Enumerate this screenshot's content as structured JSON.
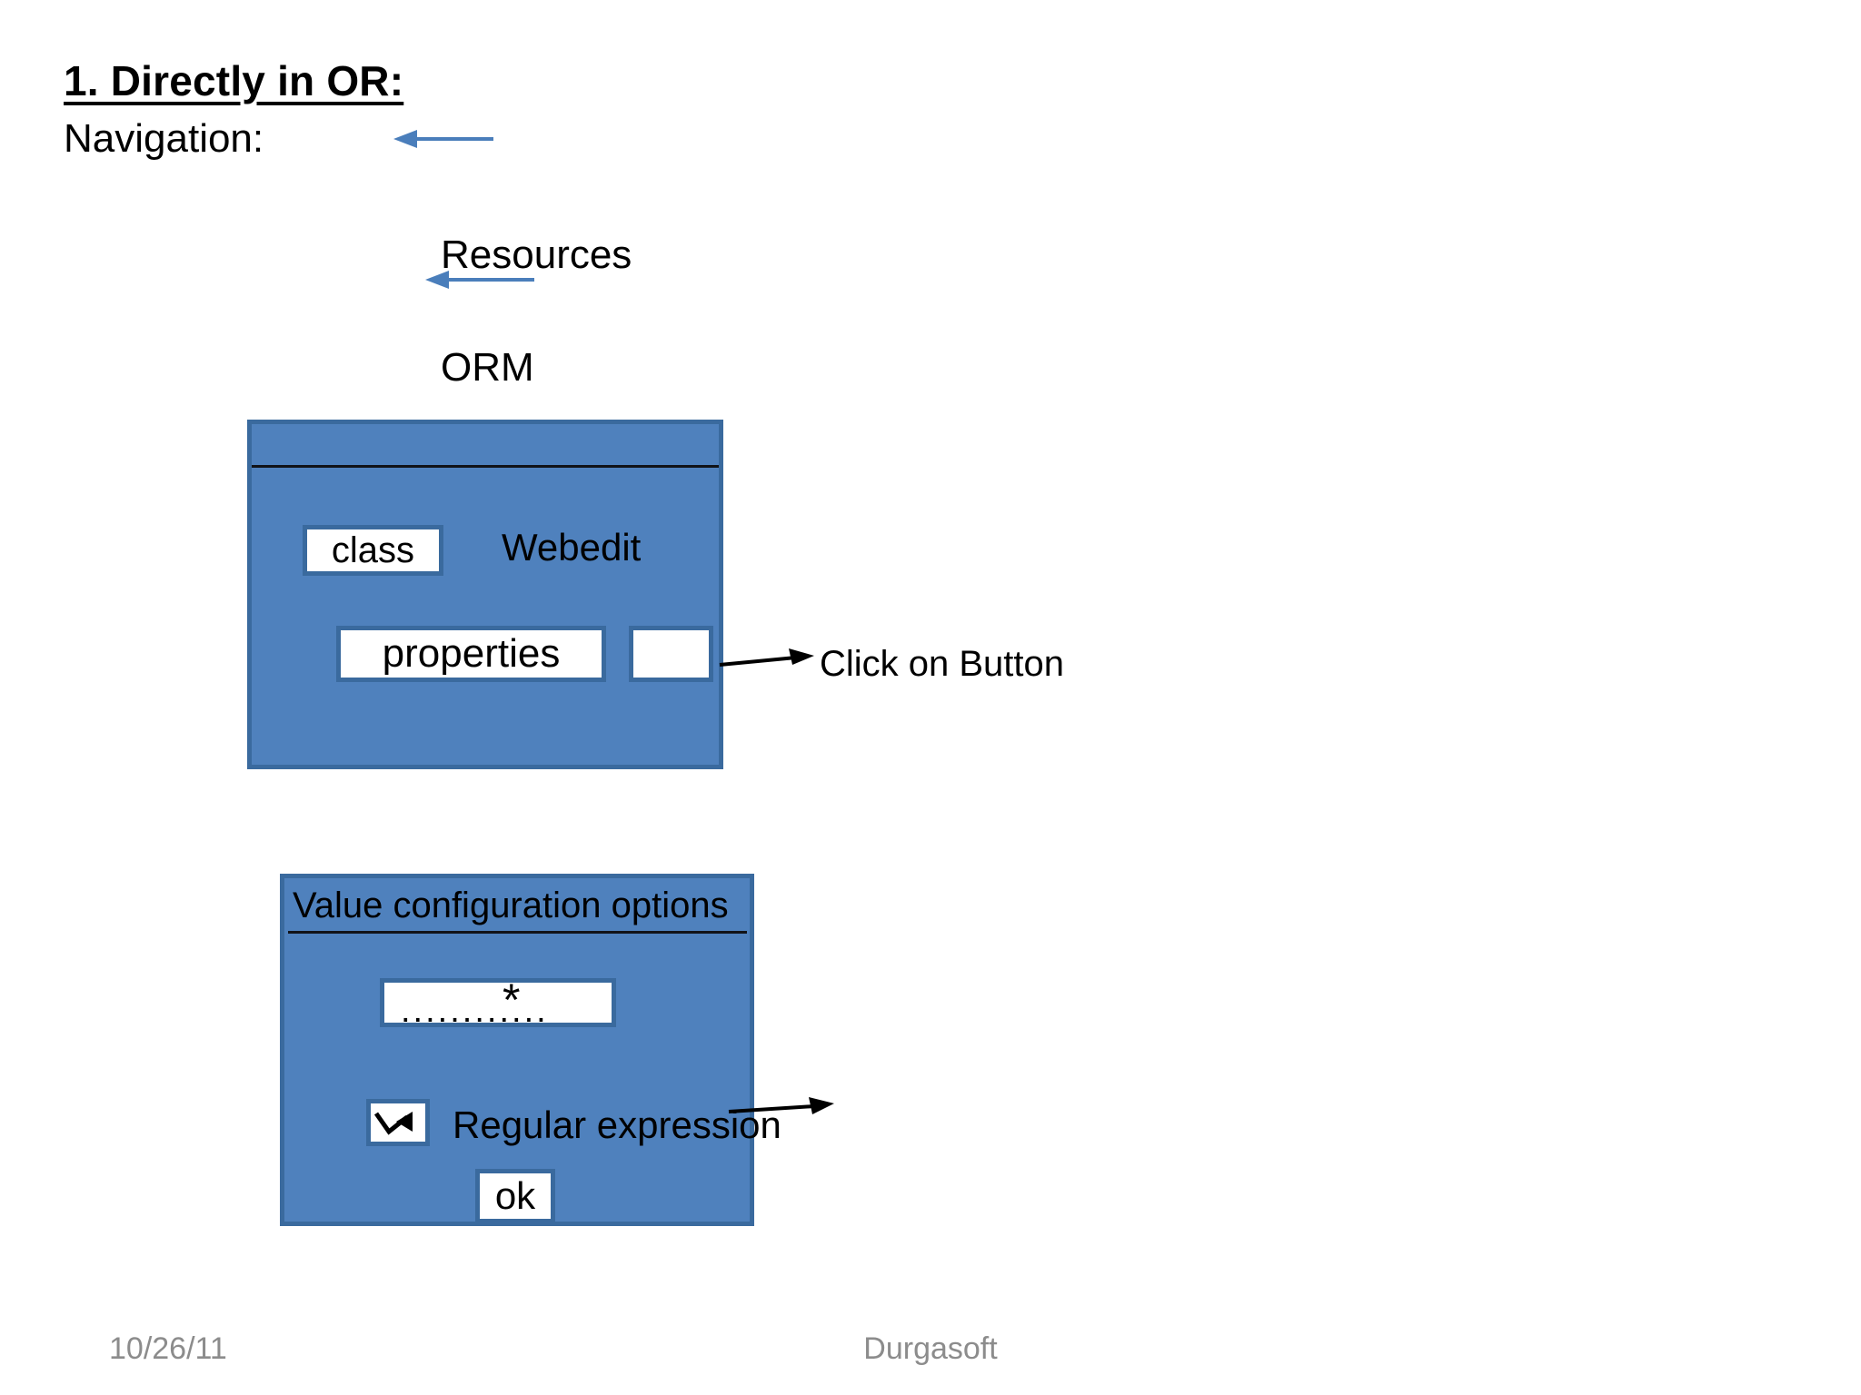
{
  "slide": {
    "title": "1. Directly in OR:",
    "navigation_label": "Navigation:",
    "resources_label": "Resources",
    "orm_label": "ORM"
  },
  "orm_panel": {
    "class_field": "class",
    "webedit_label": "Webedit",
    "properties_field": "properties",
    "properties_button": "",
    "callout": "Click on Button"
  },
  "value_panel": {
    "title": "Value configuration options",
    "input_dots": "............",
    "input_star": "*",
    "regex_label": "Regular expression",
    "ok_button": "ok"
  },
  "footer": {
    "date": "10/26/11",
    "brand": "Durgasoft"
  },
  "colors": {
    "panel_fill": "#4F81BD",
    "panel_border": "#3A6A9E",
    "blue_arrow": "#4A7EBB",
    "black_line": "#111318",
    "footer_text": "#8C8C8C"
  }
}
